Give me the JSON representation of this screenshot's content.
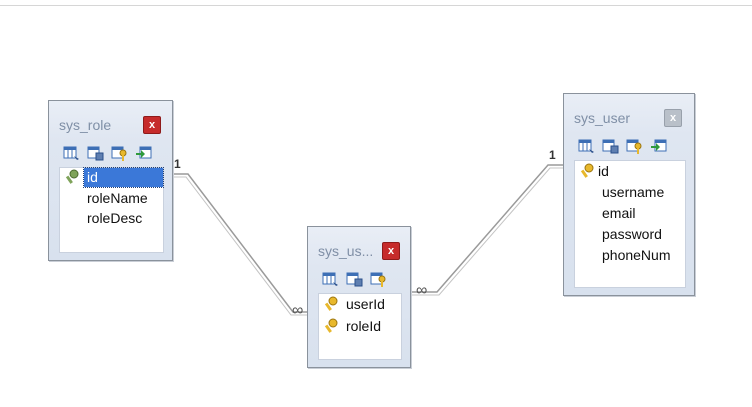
{
  "diagram": {
    "tables": [
      {
        "id": "sys_role",
        "title": "sys_role",
        "close_style": "red",
        "fields": [
          {
            "name": "id",
            "primary_key": true,
            "selected": true
          },
          {
            "name": "roleName",
            "primary_key": false,
            "selected": false
          },
          {
            "name": "roleDesc",
            "primary_key": false,
            "selected": false
          }
        ]
      },
      {
        "id": "sys_user_role",
        "title": "sys_us...",
        "close_style": "red",
        "fields": [
          {
            "name": "userId",
            "primary_key": true,
            "selected": false
          },
          {
            "name": "roleId",
            "primary_key": true,
            "selected": false
          }
        ]
      },
      {
        "id": "sys_user",
        "title": "sys_user",
        "close_style": "grey",
        "fields": [
          {
            "name": "id",
            "primary_key": true,
            "selected": false
          },
          {
            "name": "username",
            "primary_key": false,
            "selected": false
          },
          {
            "name": "email",
            "primary_key": false,
            "selected": false
          },
          {
            "name": "password",
            "primary_key": false,
            "selected": false
          },
          {
            "name": "phoneNum",
            "primary_key": false,
            "selected": false
          }
        ]
      }
    ],
    "close_symbol": "x",
    "relationships": [
      {
        "from": "sys_role",
        "to": "sys_user_role",
        "from_cardinality": "1",
        "to_cardinality": "∞"
      },
      {
        "from": "sys_user",
        "to": "sys_user_role",
        "from_cardinality": "1",
        "to_cardinality": "∞"
      }
    ],
    "colors": {
      "selection": "#3b78d8",
      "close_active": "#c62b2b",
      "close_inactive": "#b9c0c9",
      "card_border": "#8a929c",
      "connector": "#9a9a9a"
    }
  }
}
